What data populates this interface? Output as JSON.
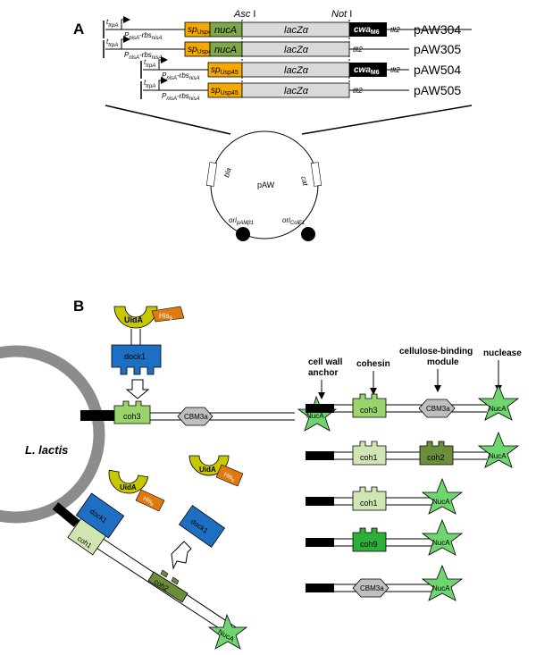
{
  "panel_a": {
    "label": "A",
    "site_asc": "Asc",
    "site_not": "Not",
    "site_bar": "I",
    "terminator_t": "t",
    "terminator_sub": "trpA",
    "promoter_main": "P",
    "promoter_sub": "nisA",
    "rbs_main": "-rbs",
    "rbs_sub": "nisA",
    "sp_main": "sp",
    "sp_sub": "Usp45",
    "nuca": "nucA",
    "lacz": "lacZ",
    "lacz_alpha": "α",
    "cwa_main": "cwa",
    "cwa_sub": "M6",
    "tlt2": "tlt2",
    "constructs": [
      {
        "name": "pAW304"
      },
      {
        "name": "pAW305"
      },
      {
        "name": "pAW504"
      },
      {
        "name": "pAW505"
      }
    ],
    "plasmid": {
      "name": "pAW",
      "bla": "bla",
      "cat": "cat",
      "ori1_main": "ori",
      "ori1_sub": "pAMβ1",
      "ori2_main": "ori",
      "ori2_sub": "ColE1"
    }
  },
  "panel_b": {
    "label": "B",
    "cell": "L. lactis",
    "uida": "UidA",
    "his_main": "His",
    "his_sub": "6",
    "dock1": "dock1",
    "coh1": "coh1",
    "coh2": "coh2",
    "coh3": "coh3",
    "coh9": "coh9",
    "cbm3a": "CBM3a",
    "nuca": "NucA",
    "legend": {
      "anchor_line1": "cell wall",
      "anchor_line2": "anchor",
      "cohesin": "cohesin",
      "cbm_line1": "cellulose-binding",
      "cbm_line2": "module",
      "nuclease": "nuclease"
    }
  },
  "colors": {
    "sp": "#F5A800",
    "nuca_gene": "#7FA84A",
    "lacz": "#D9D9D9",
    "cwa": "#000000",
    "uida": "#C8C800",
    "his": "#E07A10",
    "dock": "#1E6FC2",
    "coh3": "#9AD46A",
    "coh1": "#CFE6B2",
    "coh2": "#6B8E3A",
    "coh9": "#2EAF3A",
    "cbm": "#BFBFBF",
    "nuc_star": "#6FD66F",
    "cell_wall": "#8C8C8C"
  }
}
